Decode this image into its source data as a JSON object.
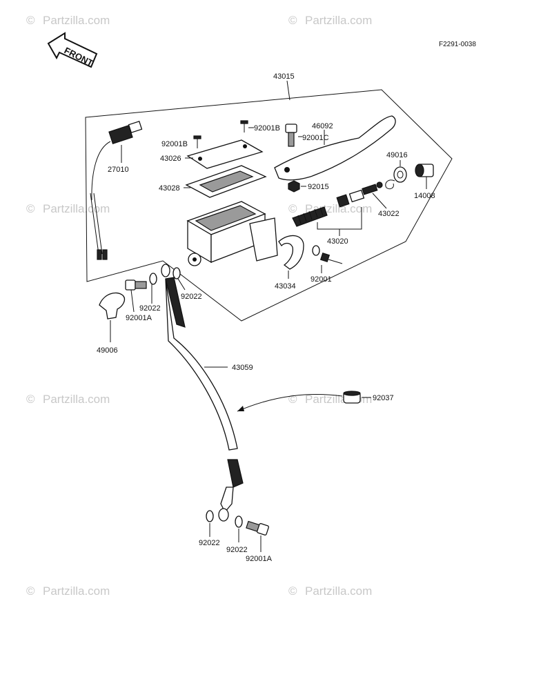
{
  "diagram_code": "F2291-0038",
  "front_arrow_label": "FRONT",
  "watermark": "Partzilla.com",
  "watermark_symbol": "©",
  "parts": {
    "p43015": "43015",
    "p27010": "27010",
    "p92001B_a": "92001B",
    "p92001B_b": "92001B",
    "p92001C": "92001C",
    "p46092": "46092",
    "p43026": "43026",
    "p43028": "43028",
    "p49016": "49016",
    "p92015": "92015",
    "p14008": "14008",
    "p43022": "43022",
    "p43020": "43020",
    "p43034": "43034",
    "p92001": "92001",
    "p92022_a": "92022",
    "p92022_b": "92022",
    "p92001A_a": "92001A",
    "p49006": "49006",
    "p43059": "43059",
    "p92037": "92037",
    "p92022_c": "92022",
    "p92022_d": "92022",
    "p92001A_b": "92001A"
  }
}
